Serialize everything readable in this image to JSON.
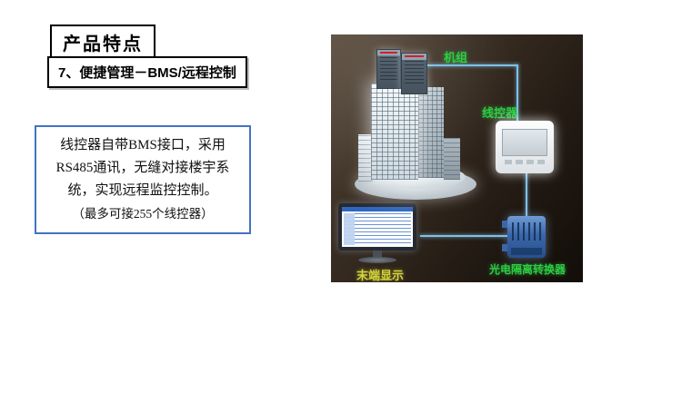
{
  "header": {
    "title": "产品特点",
    "subtitle": "7、便捷管理－BMS/远程控制"
  },
  "description": {
    "lines": [
      "线控器自带BMS接口，采用",
      "RS485通讯，无缝对接楼宇系",
      "统，实现远程监控控制。",
      "（最多可接255个线控器）"
    ]
  },
  "diagram": {
    "labels": {
      "unit": "机组",
      "wire_controller": "线控器",
      "terminal_display": "末端显示",
      "converter": "光电隔离转换器"
    }
  },
  "colors": {
    "label_green": "#2ecc40",
    "label_yellow": "#d4d43a",
    "line_blue": "#7fc0ea",
    "desc_border_blue": "#4472c4",
    "diagram_bg": "#2b211a"
  }
}
